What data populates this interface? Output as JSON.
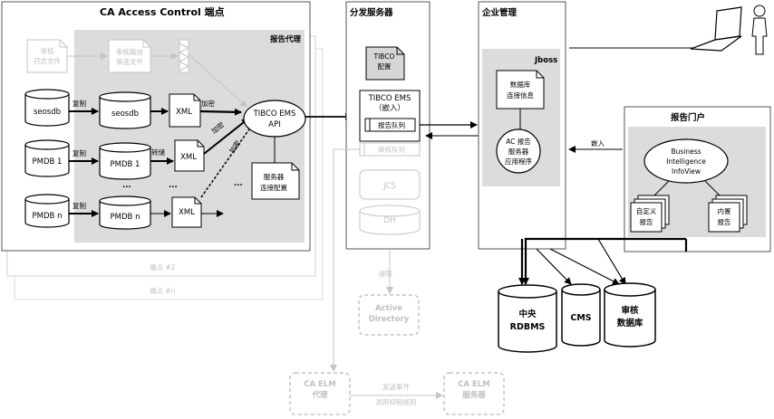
{
  "panels": {
    "endpoint_title": "CA Access Control 端点",
    "report_agent_title": "报告代理",
    "endpoint2": "端点 #2",
    "endpointn": "端点 #n",
    "distribution_title": "分发服务器",
    "enterprise_title": "企业管理",
    "jboss": "Jboss",
    "portal_title": "报告门户"
  },
  "nodes": {
    "audit_log": [
      "审核",
      "日志文件"
    ],
    "audit_route": [
      "审核路由",
      "筛选文件"
    ],
    "seosdb_src": "seosdb",
    "seosdb_dst": "seosdb",
    "pmdb1_src": "PMDB 1",
    "pmdb1_dst": "PMDB 1",
    "pmdbn_src": "PMDB n",
    "pmdbn_dst": "PMDB n",
    "xml1": "XML",
    "xml2": "XML",
    "xml3": "XML",
    "ems_api": [
      "TIBCO EMS",
      "API"
    ],
    "server_conf": [
      "服务器",
      "连接配置"
    ],
    "tibco_conf": [
      "TIBCO",
      "配置"
    ],
    "tibco_ems": [
      "TIBCO EMS",
      "（嵌入）"
    ],
    "report_queue": "报告队列",
    "audit_queue": "审核队列",
    "jcs": "JCS",
    "dh": "DH",
    "db_conf": [
      "数据库",
      "连接信息"
    ],
    "ac_report_app": [
      "AC 报告",
      "服务器",
      "应用程序"
    ],
    "bi_infoview": [
      "Business",
      "Intelligence",
      "InfoView"
    ],
    "custom_reports": [
      "自定义",
      "报告"
    ],
    "builtin_reports": [
      "内置",
      "报告"
    ],
    "central_rdbms": [
      "中央",
      "RDBMS"
    ],
    "cms": "CMS",
    "audit_db": [
      "审核",
      "数据库"
    ],
    "active_directory": [
      "Active",
      "Directory"
    ],
    "caelm_agent": [
      "CA ELM",
      "代理"
    ],
    "caelm_server": [
      "CA ELM",
      "服务器"
    ]
  },
  "labels": {
    "copy1": "复制",
    "copy2": "复制",
    "copy3": "复制",
    "enc1": "加密",
    "transfer": "转储",
    "enc2": "加密",
    "enc3": "加密",
    "dots": "...",
    "embed": "嵌入",
    "extract": "提取",
    "send_events": [
      "发送事件",
      "调用抑制规则"
    ]
  }
}
